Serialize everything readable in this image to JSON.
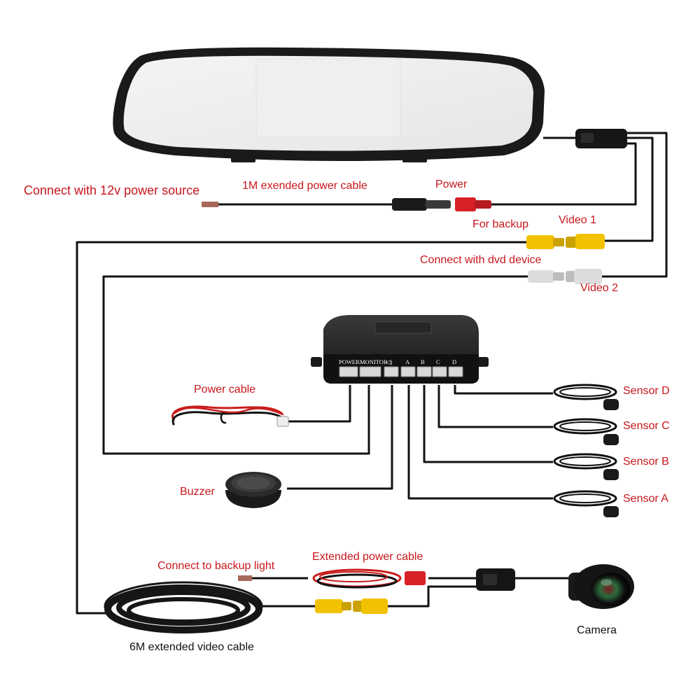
{
  "labels": {
    "connect_12v": "Connect with 12v power source",
    "ext_power_1m": "1M exended power cable",
    "power": "Power",
    "for_backup": "For backup",
    "video1": "Video 1",
    "connect_dvd": "Connect with dvd device",
    "video2": "Video 2",
    "power_cable": "Power cable",
    "buzzer": "Buzzer",
    "sensor_d": "Sensor D",
    "sensor_c": "Sensor C",
    "sensor_b": "Sensor B",
    "sensor_a": "Sensor A",
    "connect_backup_light": "Connect to backup light",
    "ext_power_cable": "Extended power cable",
    "camera": "Camera",
    "video_6m": "6M extended video cable"
  },
  "control_box": {
    "ports": {
      "power": "POWER",
      "monitor": "MONITOR",
      "speaker": "◁)",
      "a": "A",
      "b": "B",
      "c": "C",
      "d": "D"
    }
  },
  "colors": {
    "label_red": "#c8161d",
    "cable": "#111111",
    "rca_yellow": "#f2c200",
    "rca_white": "#dcdcdc",
    "power_plug_red": "#d72027"
  }
}
